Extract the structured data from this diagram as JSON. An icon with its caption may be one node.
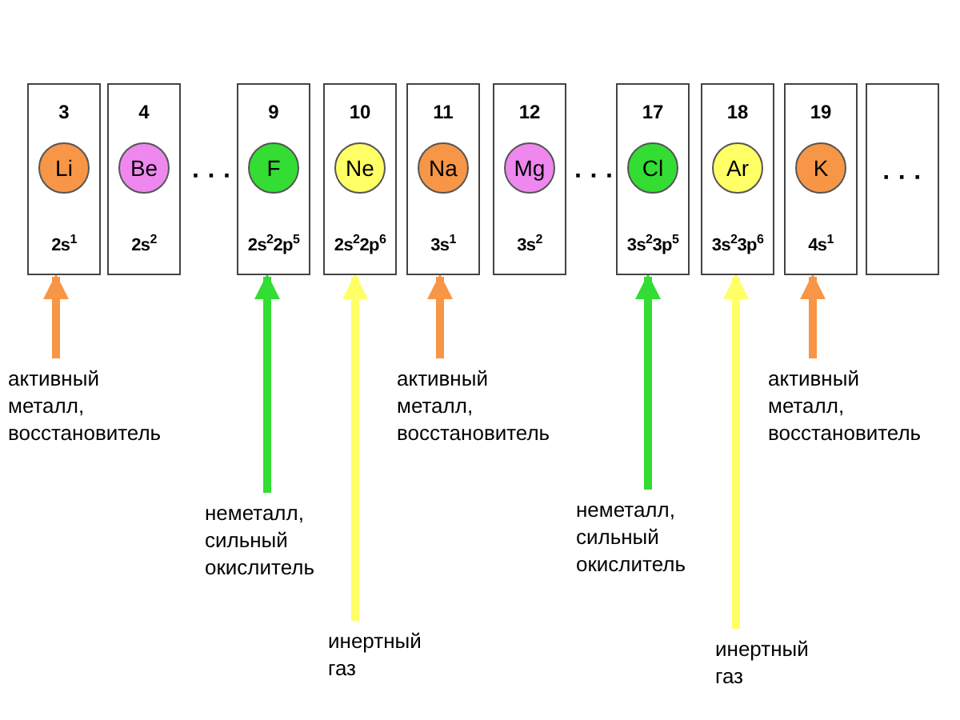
{
  "diagram": {
    "nodes": [
      {
        "text": [
          "3",
          "Li",
          "2s$^{1}$"
        ]
      },
      {
        "text": [
          "4",
          "Be",
          "2s$^{2}$"
        ]
      },
      {
        "text": [
          "9",
          "F",
          "2s$^{2}$2p$^{5}$"
        ]
      },
      {
        "text": [
          "10",
          "Ne",
          "2s$^{2}$2p$^{6}$"
        ]
      },
      {
        "text": [
          "11",
          "Na",
          "3s$^{1}$"
        ]
      },
      {
        "text": [
          "12",
          "Mg",
          "3s$^{2}$"
        ]
      },
      {
        "text": [
          "17",
          "Cl",
          "3s$^{2}$3p$^{5}$"
        ]
      },
      {
        "text": [
          "18",
          "Ar",
          "3s$^{2}$3p$^{6}$"
        ]
      },
      {
        "text": [
          "19",
          "K",
          "4s$^{1}$"
        ]
      },
      {
        "text": [
          "· · ·"
        ]
      },
      {
        "text": [
          "активный металл, восстановитель"
        ]
      },
      {
        "text": [
          "неметалл, сильный окислитель"
        ]
      },
      {
        "text": [
          "инертный газ"
        ]
      },
      {
        "text": [
          "активный металл, восстановитель"
        ]
      },
      {
        "text": [
          "неметалл, сильный окислитель"
        ]
      },
      {
        "text": [
          "инертный газ"
        ]
      },
      {
        "text": [
          "активный металл, восстановитель"
        ]
      }
    ],
    "edges": [
      {
        "from": 10,
        "to": 0,
        "arrow": "to",
        "color": "#f79646"
      },
      {
        "from": 11,
        "to": 2,
        "arrow": "to",
        "color": "#33dd33"
      },
      {
        "from": 12,
        "to": 3,
        "arrow": "to",
        "color": "#ffff66"
      },
      {
        "from": 13,
        "to": 4,
        "arrow": "to",
        "color": "#f79646"
      },
      {
        "from": 14,
        "to": 6,
        "arrow": "to",
        "color": "#33dd33"
      },
      {
        "from": 15,
        "to": 7,
        "arrow": "to",
        "color": "#ffff66"
      },
      {
        "from": 16,
        "to": 8,
        "arrow": "to",
        "color": "#f79646"
      }
    ],
    "labels": [
      "· · ·",
      "· · ·"
    ]
  }
}
